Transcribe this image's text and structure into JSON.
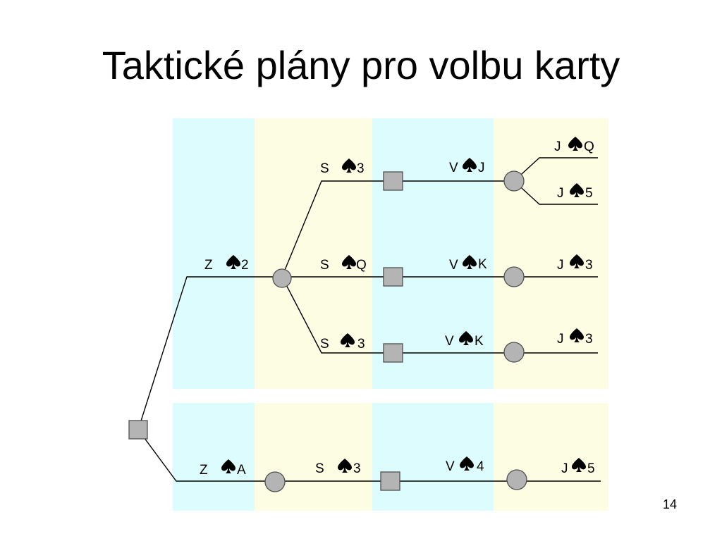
{
  "title": "Taktické plány pro volbu karty",
  "page_number": "14",
  "colors": {
    "band_cyan": "#dcfcfd",
    "band_yellow": "#fdfde3",
    "node_fill": "#b4b4b4",
    "line": "#000000"
  },
  "icons": {
    "suit": "spade-icon"
  },
  "labels": {
    "z_2": {
      "player": "Z",
      "card": "2"
    },
    "s_3_top": {
      "player": "S",
      "card": "3"
    },
    "v_j": {
      "player": "V",
      "card": "J"
    },
    "j_q": {
      "player": "J",
      "card": "Q"
    },
    "j_5_top": {
      "player": "J",
      "card": "5"
    },
    "s_q": {
      "player": "S",
      "card": "Q"
    },
    "v_k_mid": {
      "player": "V",
      "card": "K"
    },
    "j_3_mid": {
      "player": "J",
      "card": "3"
    },
    "s_3_low": {
      "player": "S",
      "card": "3"
    },
    "v_k_low": {
      "player": "V",
      "card": "K"
    },
    "j_3_low": {
      "player": "J",
      "card": "3"
    },
    "z_a": {
      "player": "Z",
      "card": "A"
    },
    "s_3_bottom": {
      "player": "S",
      "card": "3"
    },
    "v_4": {
      "player": "V",
      "card": "4"
    },
    "j_5_bottom": {
      "player": "J",
      "card": "5"
    }
  }
}
